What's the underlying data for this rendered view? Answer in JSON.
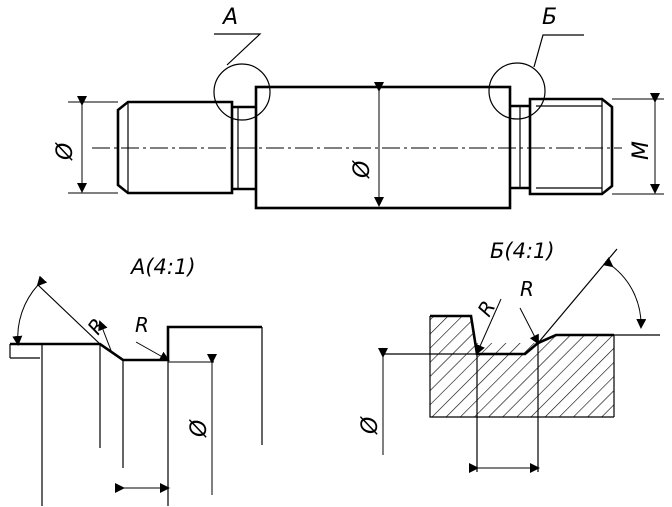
{
  "callouts": {
    "a_label": "A",
    "b_label": "Б"
  },
  "dimensions": {
    "diameter_symbol": "Ø",
    "thread_symbol": "M",
    "radius_symbol": "R"
  },
  "details": {
    "detail_a_title": "A(4:1)",
    "detail_b_title": "Б(4:1)"
  },
  "colors": {
    "line": "#000000",
    "background": "#ffffff"
  }
}
